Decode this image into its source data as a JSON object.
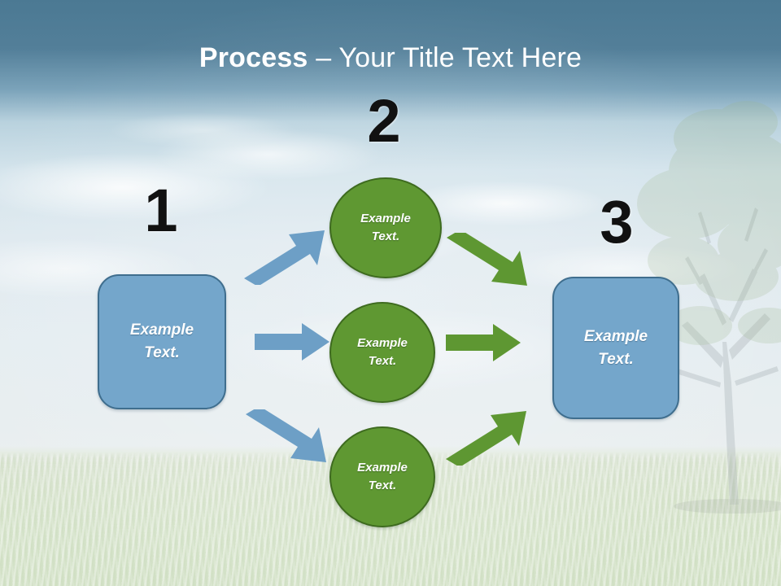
{
  "slide": {
    "title_bold": "Process",
    "title_separator": " – ",
    "title_rest": "Your Title Text Here"
  },
  "theme": {
    "blue_fill": "#74a6cb",
    "blue_border": "#3f6e8e",
    "blue_arrow": "#6d9fc6",
    "green_fill": "#5f9832",
    "green_border": "#3e6b1f",
    "green_arrow": "#5e9732",
    "title_color": "#ffffff",
    "number_color": "#111111",
    "header_band": "#4b7993"
  },
  "steps": [
    {
      "number": "1",
      "label": "Example\nText."
    },
    {
      "number": "2",
      "label": "Example\nText."
    },
    {
      "number": "3",
      "label": "Example\nText."
    }
  ],
  "numbers": {
    "one": "1",
    "two": "2",
    "three": "3"
  },
  "nodes": {
    "start_box": {
      "line1": "Example",
      "line2": "Text."
    },
    "circle_top": {
      "line1": "Example",
      "line2": "Text."
    },
    "circle_middle": {
      "line1": "Example",
      "line2": "Text."
    },
    "circle_bottom": {
      "line1": "Example",
      "line2": "Text."
    },
    "end_box": {
      "line1": "Example",
      "line2": "Text."
    }
  },
  "arrows": [
    {
      "id": "blue-up",
      "from": "start_box",
      "to": "circle_top",
      "direction": "up-right",
      "color": "#6d9fc6"
    },
    {
      "id": "blue-straight",
      "from": "start_box",
      "to": "circle_middle",
      "direction": "right",
      "color": "#6d9fc6"
    },
    {
      "id": "blue-down",
      "from": "start_box",
      "to": "circle_bottom",
      "direction": "down-right",
      "color": "#6d9fc6"
    },
    {
      "id": "green-down",
      "from": "circle_top",
      "to": "end_box",
      "direction": "down-right",
      "color": "#5e9732"
    },
    {
      "id": "green-straight",
      "from": "circle_middle",
      "to": "end_box",
      "direction": "right",
      "color": "#5e9732"
    },
    {
      "id": "green-up",
      "from": "circle_bottom",
      "to": "end_box",
      "direction": "up-right",
      "color": "#5e9732"
    }
  ],
  "background": {
    "description": "sky-with-clouds-and-tree-photo",
    "scene_elements": [
      "sky",
      "clouds",
      "grass-field",
      "tree-silhouette"
    ]
  }
}
